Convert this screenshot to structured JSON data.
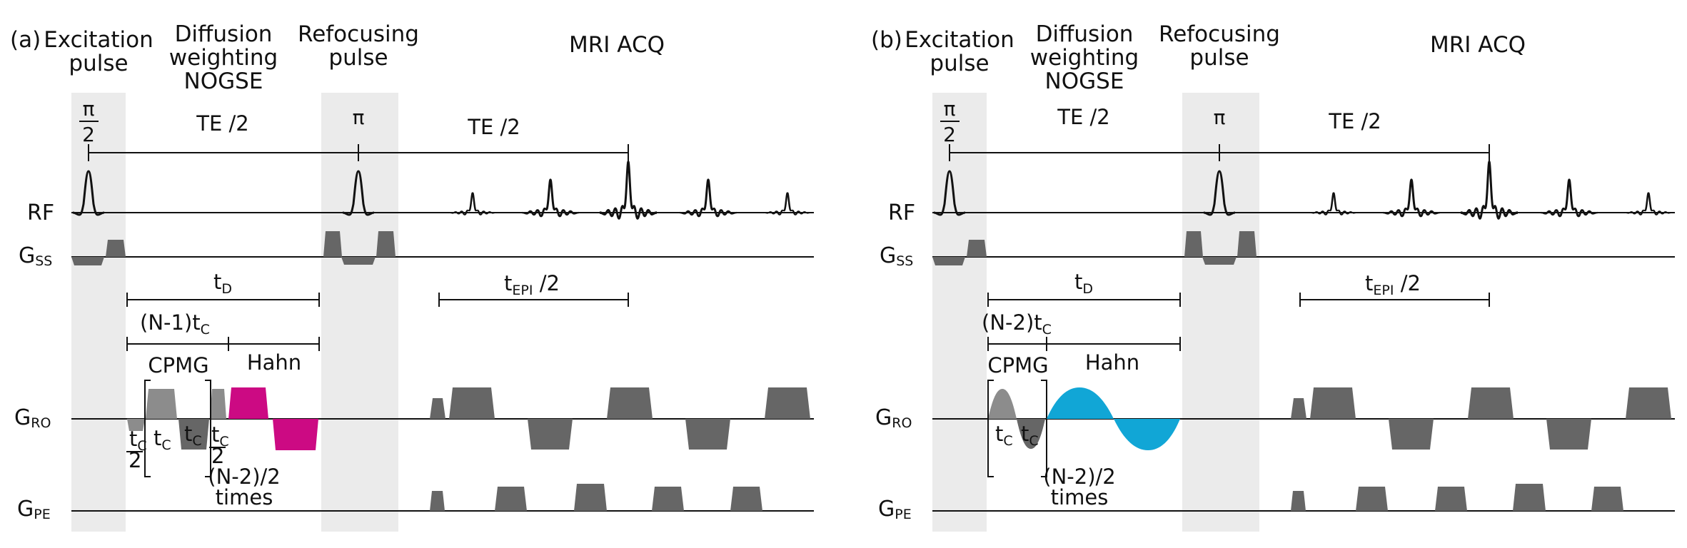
{
  "colors": {
    "shade": "#ebebeb",
    "gradient_dark": "#666666",
    "gradient_light": "#8c8c8c",
    "magenta": "#cc0a83",
    "cyan": "#11a6d6",
    "line": "#111111"
  },
  "icons": [
    "rf-sinc-pulse-icon",
    "trapezoid-gradient-icon",
    "sine-gradient-icon"
  ],
  "panel_a": {
    "label": "(a)",
    "header_excitation_1": "Excitation",
    "header_excitation_2": "pulse",
    "header_diffusion_1": "Diffusion",
    "header_diffusion_2": "weighting",
    "header_diffusion_3": "NOGSE",
    "header_refocus_1": "Refocusing",
    "header_refocus_2": "pulse",
    "header_acq": "MRI ACQ",
    "pi": "π",
    "two": "2",
    "pi_refocus": "π",
    "te_half_1": "TE /2",
    "te_half_2": "TE /2",
    "axis_rf": "RF",
    "axis_gss_main": "G",
    "axis_gss_sub": "SS",
    "axis_gro_main": "G",
    "axis_gro_sub": "RO",
    "axis_gpe_main": "G",
    "axis_gpe_sub": "PE",
    "td_main": "t",
    "td_sub": "D",
    "tepi_main": "t",
    "tepi_sub": "EPI",
    "tepi_suffix": " /2",
    "n1tc_main": "(N-1)t",
    "n1tc_sub": "C",
    "cpmg": "CPMG",
    "hahn": "Hahn",
    "tc_main": "t",
    "tc_sub": "C",
    "half_den": "2",
    "repeat_1": "(N-2)/2",
    "repeat_2": "times"
  },
  "panel_b": {
    "label": "(b)",
    "header_excitation_1": "Excitation",
    "header_excitation_2": "pulse",
    "header_diffusion_1": "Diffusion",
    "header_diffusion_2": "weighting",
    "header_diffusion_3": "NOGSE",
    "header_refocus_1": "Refocusing",
    "header_refocus_2": "pulse",
    "header_acq": "MRI ACQ",
    "pi": "π",
    "two": "2",
    "pi_refocus": "π",
    "te_half_1": "TE /2",
    "te_half_2": "TE /2",
    "axis_rf": "RF",
    "axis_gss_main": "G",
    "axis_gss_sub": "SS",
    "axis_gro_main": "G",
    "axis_gro_sub": "RO",
    "axis_gpe_main": "G",
    "axis_gpe_sub": "PE",
    "td_main": "t",
    "td_sub": "D",
    "tepi_main": "t",
    "tepi_sub": "EPI",
    "tepi_suffix": " /2",
    "n2tc_main": "(N-2)t",
    "n2tc_sub": "C",
    "cpmg": "CPMG",
    "hahn": "Hahn",
    "tc_main": "t",
    "tc_sub": "C",
    "repeat_1": "(N-2)/2",
    "repeat_2": "times"
  }
}
